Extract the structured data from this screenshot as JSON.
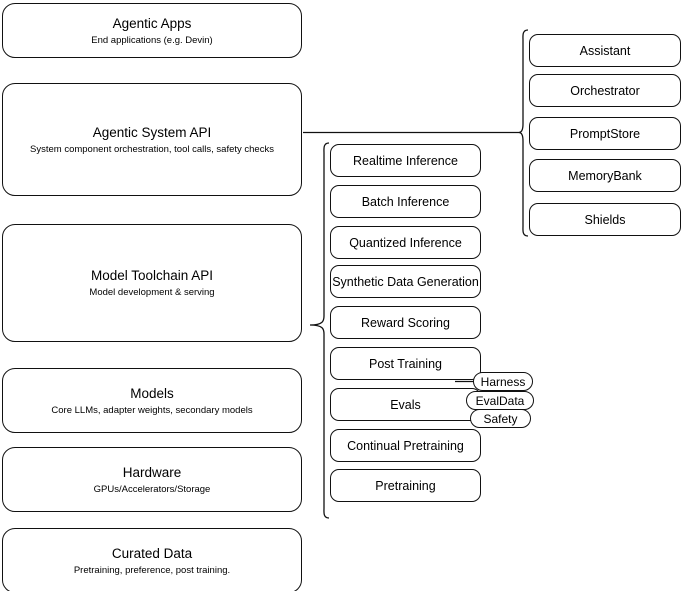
{
  "diagram": {
    "title": "Agentic AI stack layered architecture",
    "stroke_color": "#111111",
    "background_color": "#ffffff"
  },
  "stack_layers": [
    {
      "title": "Agentic Apps",
      "subtitle": "End applications (e.g. Devin)"
    },
    {
      "title": "Agentic System API",
      "subtitle": "System component orchestration, tool calls, safety checks"
    },
    {
      "title": "Model Toolchain API",
      "subtitle": "Model development & serving"
    },
    {
      "title": "Models",
      "subtitle": "Core LLMs, adapter weights, secondary models"
    },
    {
      "title": "Hardware",
      "subtitle": "GPUs/Accelerators/Storage"
    },
    {
      "title": "Curated Data",
      "subtitle": "Pretraining, preference, post training."
    }
  ],
  "toolchain_capabilities": [
    {
      "label": "Realtime Inference"
    },
    {
      "label": "Batch Inference"
    },
    {
      "label": "Quantized Inference"
    },
    {
      "label": "Synthetic Data Generation"
    },
    {
      "label": "Reward Scoring"
    },
    {
      "label": "Post Training"
    },
    {
      "label": "Evals"
    },
    {
      "label": "Continual Pretraining"
    },
    {
      "label": "Pretraining"
    }
  ],
  "evals_subcomponents": [
    {
      "label": "Harness"
    },
    {
      "label": "EvalData"
    },
    {
      "label": "Safety"
    }
  ],
  "agentic_system_components": [
    {
      "label": "Assistant"
    },
    {
      "label": "Orchestrator"
    },
    {
      "label": "PromptStore"
    },
    {
      "label": "MemoryBank"
    },
    {
      "label": "Shields"
    }
  ]
}
